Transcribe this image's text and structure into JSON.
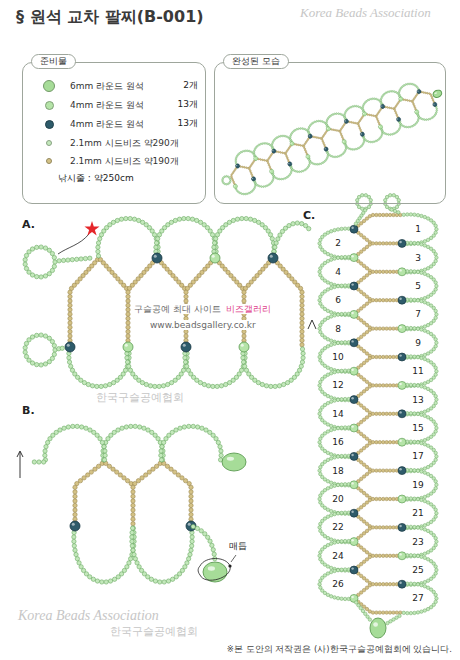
{
  "diagram": {
    "title": "§ 원석 교차 팔찌(B-001)",
    "nodes": [
      {
        "text": [
          "준비물"
        ]
      },
      {
        "text": [
          "완성된 모습"
        ]
      }
    ],
    "labels": [
      "A.",
      "B.",
      "C.",
      "1",
      "2",
      "3",
      "4",
      "5",
      "6",
      "7",
      "8",
      "9",
      "10",
      "11",
      "12",
      "13",
      "14",
      "15",
      "16",
      "17",
      "18",
      "19",
      "20",
      "21",
      "22",
      "23",
      "24",
      "25",
      "26",
      "27",
      "매듭",
      "2개",
      "13개",
      "13개",
      "낚시줄 : 약250cm",
      "구슬공예 최대 사이트",
      "비즈갤러리",
      "www.beadsgallery.co.kr",
      "Korea Beads Association",
      "Korea Beads Association",
      "한국구슬공예협회",
      "한국구슬공예협회",
      "※본 도안의 저작권은 (사)한국구슬공예협회에 있습니다."
    ],
    "legend": [
      {
        "text": "6mm 라운드 원석",
        "color": "#a6dc98"
      },
      {
        "text": "4mm 라운드 원석",
        "color": "#b5e4a8"
      },
      {
        "text": "4mm 라운드 원석",
        "color": "#2e5b6a"
      },
      {
        "text": "2.1mm 시드비즈 약290개",
        "color": "#c3e8bb"
      },
      {
        "text": "2.1mm 시드비즈 약190개",
        "color": "#d4c286"
      }
    ]
  }
}
